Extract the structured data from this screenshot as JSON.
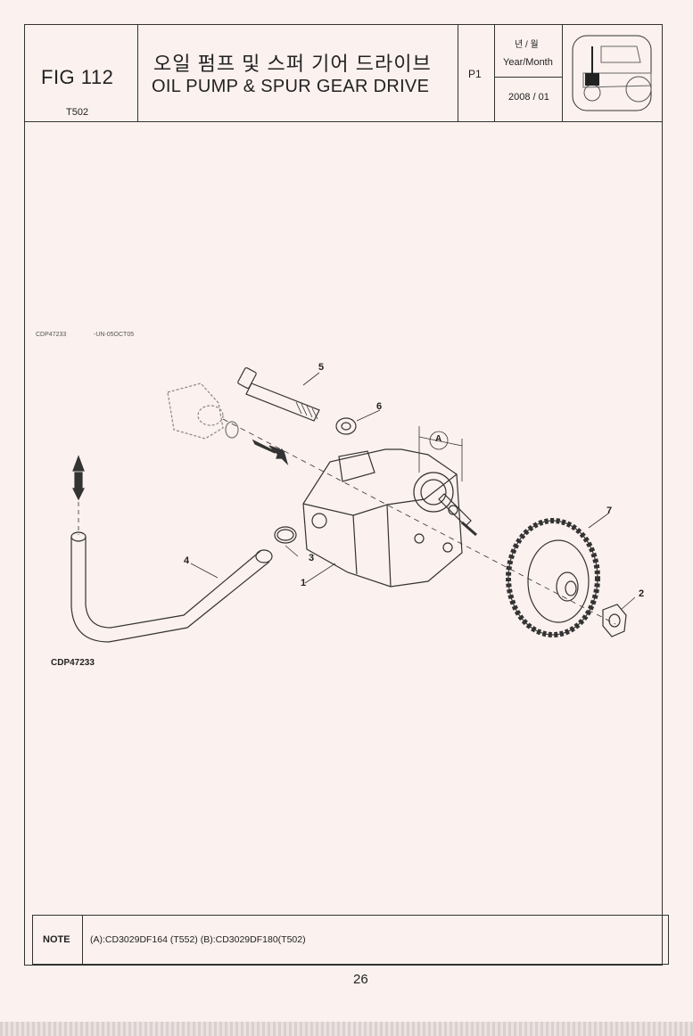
{
  "header": {
    "fig_label": "FIG 112",
    "model": "T502",
    "title_ko": "오일 펌프 및 스퍼 기어 드라이브",
    "title_en": "OIL PUMP & SPUR GEAR DRIVE",
    "page_code": "P1",
    "year_month_ko": "년 / 월",
    "year_month_en": "Year/Month",
    "date": "2008 / 01"
  },
  "diagram": {
    "ref_code": "CDP47233",
    "ref_code_suffix": "-UN-05OCT05",
    "diagram_id": "CDP47233",
    "callouts": [
      "5",
      "6",
      "A",
      "7",
      "4",
      "3",
      "1",
      "2"
    ]
  },
  "note": {
    "label": "NOTE",
    "text": "(A):CD3029DF164 (T552)  (B):CD3029DF180(T502)"
  },
  "footer": {
    "page_number": "26"
  }
}
